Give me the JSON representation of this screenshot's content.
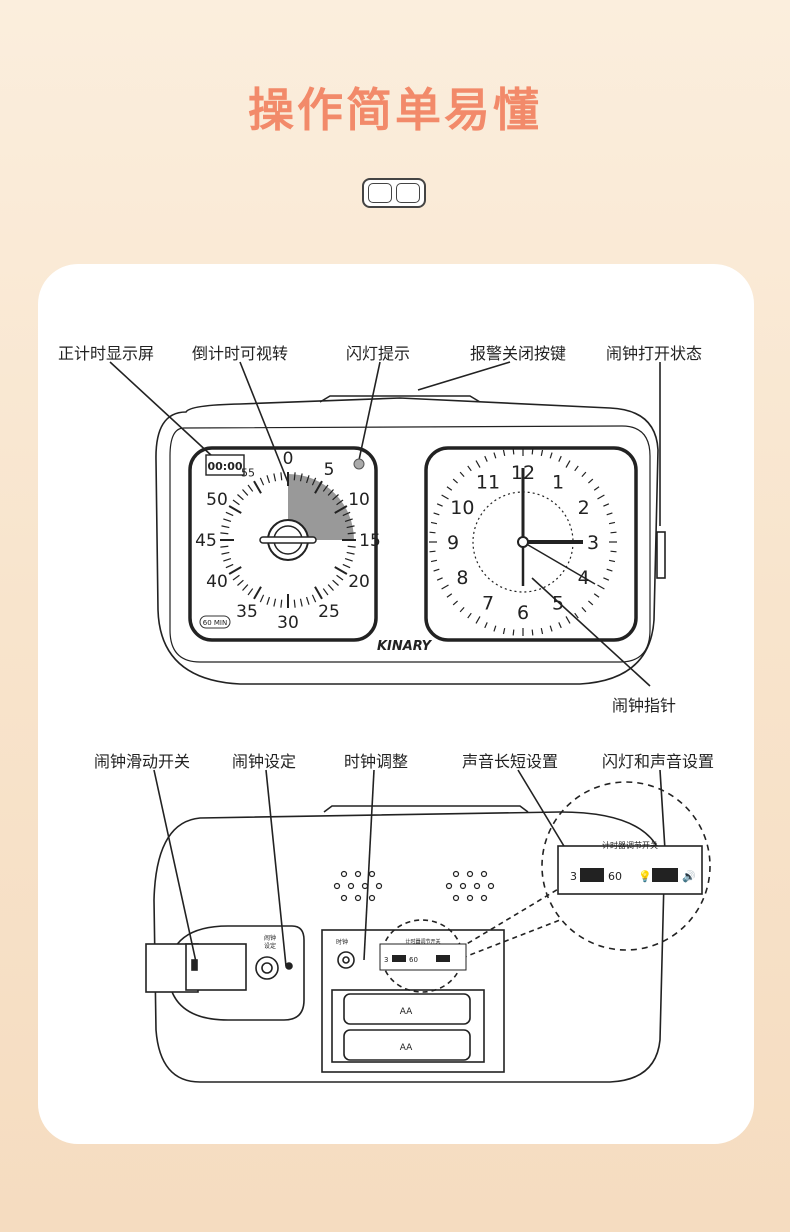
{
  "page": {
    "title": "操作简单易懂"
  },
  "front": {
    "labels": {
      "up_timer": "正计时显示屏",
      "visual_countdown": "倒计时可视转",
      "flash_hint": "闪灯提示",
      "alarm_off": "报警关闭按键",
      "alarm_on": "闹钟打开状态",
      "alarm_hand": "闹钟指针"
    },
    "brand": "KINARY",
    "lcd": "00:00",
    "badge": "60 MIN",
    "timer_numbers": [
      "0",
      "5",
      "10",
      "15",
      "20",
      "25",
      "30",
      "35",
      "40",
      "45",
      "50",
      "55"
    ],
    "clock_numbers": [
      "12",
      "1",
      "2",
      "3",
      "4",
      "5",
      "6",
      "7",
      "8",
      "9",
      "10",
      "11"
    ],
    "countdown_minutes": 15
  },
  "back": {
    "labels": {
      "alarm_slide": "闹钟滑动开关",
      "alarm_set": "闹钟设定",
      "clock_adjust": "时钟调整",
      "sound_length": "声音长短设置",
      "flash_sound": "闪灯和声音设置"
    },
    "switch_title": "计时器调节开关",
    "switch_min": "3",
    "switch_max": "60",
    "small_switch_title": "计时器调节开关",
    "battery": "AA",
    "knob_label_1": "闹钟",
    "knob_label_2": "设定",
    "clock_label": "时钟"
  }
}
